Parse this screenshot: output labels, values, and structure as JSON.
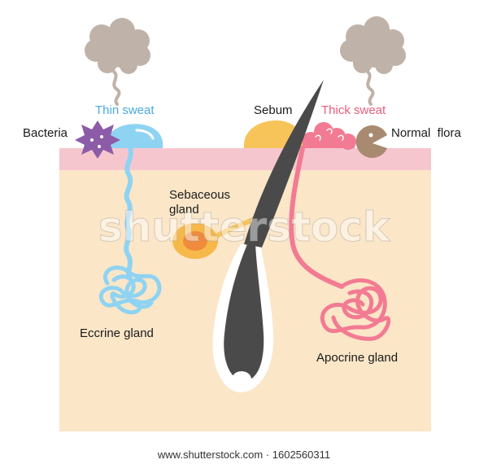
{
  "labels": {
    "thin_sweat": "Thin sweat",
    "sebum": "Sebum",
    "thick_sweat": "Thick sweat",
    "bacteria": "Bacteria",
    "normal_flora": "Normal  flora",
    "sebaceous_line1": "Sebaceous",
    "sebaceous_line2": "gland",
    "eccrine_gland": "Eccrine gland",
    "apocrine_gland": "Apocrine gland"
  },
  "watermark": "shutterstock",
  "footer": "www.shutterstock.com · 1602560311",
  "colors": {
    "dermis": "#fbe6c8",
    "epidermis": "#f6c6cf",
    "thin_sweat": "#8fd3f2",
    "thick_sweat": "#f27b93",
    "sebum": "#f7c45a",
    "sebaceous_gland": "#f7b84a",
    "sebaceous_core": "#f08a3c",
    "hair": "#4a4a4a",
    "bacteria": "#8c5ca8",
    "normal_flora": "#a88a70",
    "odor_cloud": "#bfb2a8"
  }
}
